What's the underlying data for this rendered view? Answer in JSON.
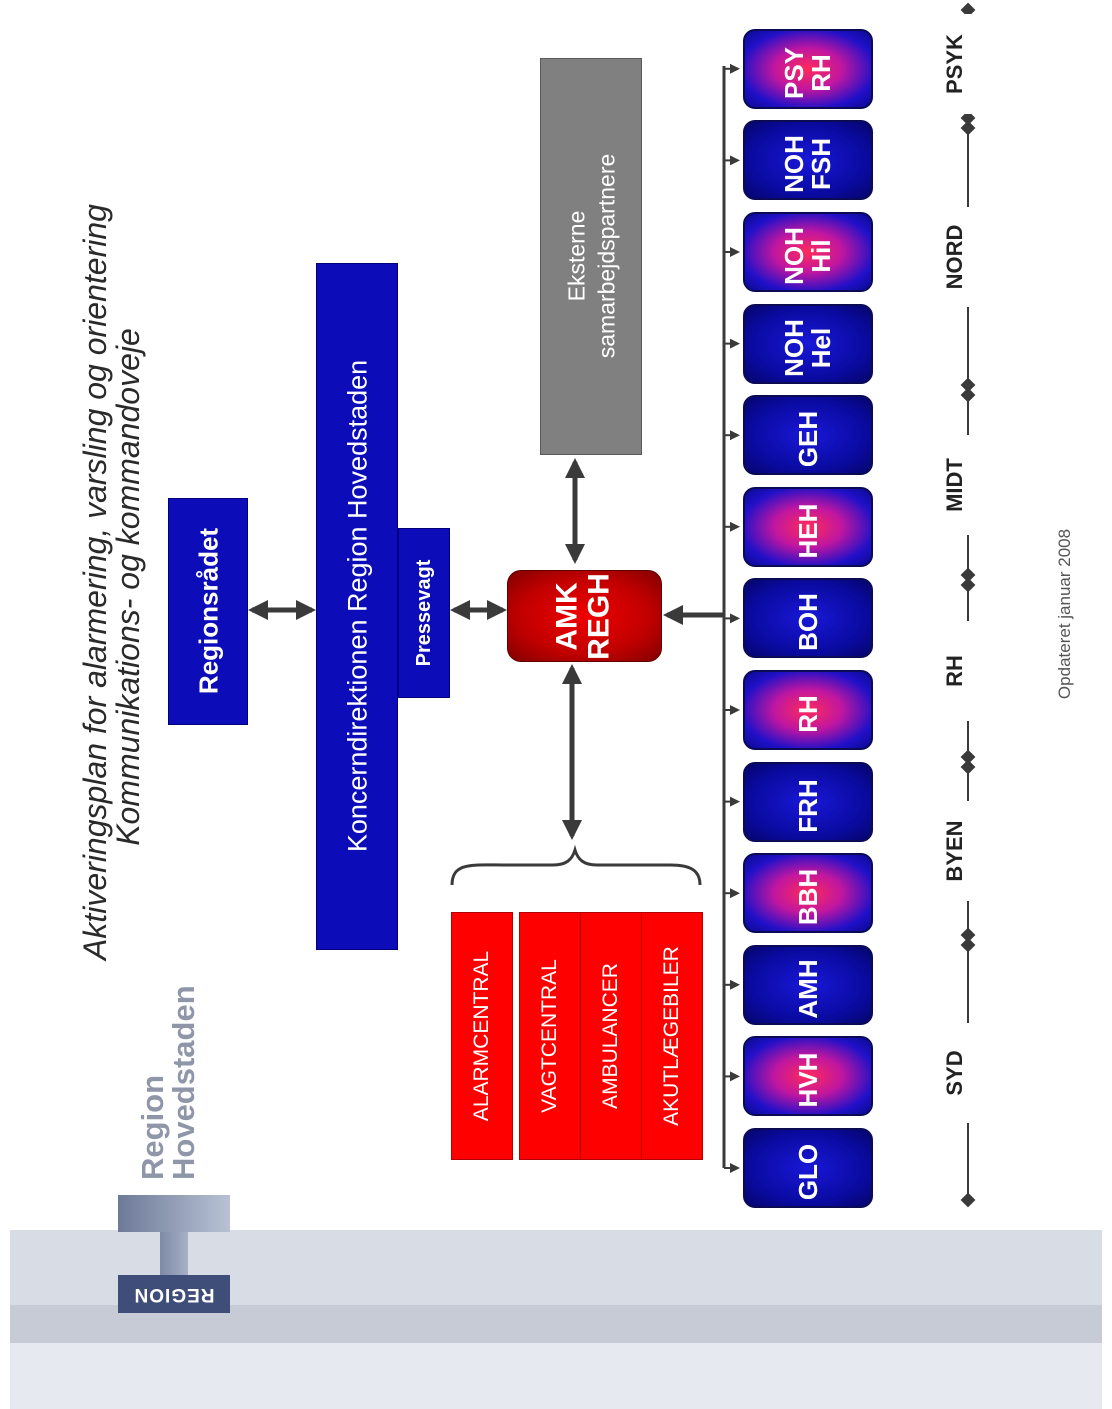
{
  "title_line1": "Aktiveringsplan for alarmering, varsling og orientering",
  "title_line2": "Kommunikations- og kommandoveje",
  "region_name": "Region\nHovedstaden",
  "logo_text": "REGION",
  "regionsraadet": "Regionsrådet",
  "koncerndirektion": "Koncerndirektionen Region Hovedstaden",
  "pressevagt": "Pressevagt",
  "eksterne": "Eksterne\nsamarbejdspartnere",
  "amk": "AMK\nREGH",
  "services": [
    "ALARMCENTRAL",
    "VAGTCENTRAL",
    "AMBULANCER",
    "AKUTLÆGEBILER"
  ],
  "hospitals": [
    {
      "label": "GLO",
      "style": "plain"
    },
    {
      "label": "HVH",
      "style": "hot"
    },
    {
      "label": "AMH",
      "style": "plain"
    },
    {
      "label": "BBH",
      "style": "hot"
    },
    {
      "label": "FRH",
      "style": "plain"
    },
    {
      "label": "RH",
      "style": "hot"
    },
    {
      "label": "BOH",
      "style": "plain"
    },
    {
      "label": "HEH",
      "style": "hot"
    },
    {
      "label": "GEH",
      "style": "plain"
    },
    {
      "label": "NOH\nHel",
      "style": "plain"
    },
    {
      "label": "NOH\nHil",
      "style": "hot"
    },
    {
      "label": "NOH\nFSH",
      "style": "plain"
    },
    {
      "label": "PSY\nRH",
      "style": "hot"
    }
  ],
  "areas": [
    "SYD",
    "BYEN",
    "RH",
    "MIDT",
    "NORD",
    "PSYK"
  ],
  "updated": "Opdateret januar 2008"
}
